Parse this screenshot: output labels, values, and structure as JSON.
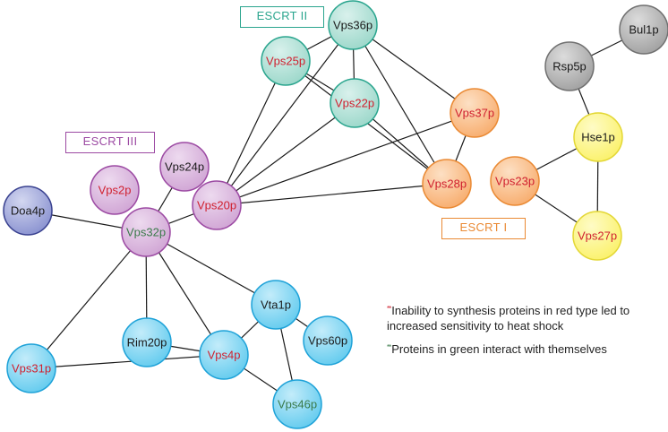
{
  "colors": {
    "teal": {
      "fill": "#9fd9cc",
      "stroke": "#2aa58e",
      "grad": "#d9f1ec"
    },
    "orange": {
      "fill": "#f8b073",
      "stroke": "#ea8a34",
      "grad": "#fde0c4"
    },
    "purple": {
      "fill": "#d2a8d6",
      "stroke": "#9c4aa3",
      "grad": "#eddaef"
    },
    "blue": {
      "fill": "#69cdef",
      "stroke": "#1ea2d8",
      "grad": "#c3ecfa"
    },
    "yellow": {
      "fill": "#fbf270",
      "stroke": "#e3d735",
      "grad": "#fefbc6"
    },
    "gray": {
      "fill": "#a4a4a4",
      "stroke": "#707070",
      "grad": "#dcdcdc"
    },
    "navy": {
      "fill": "#8e96d2",
      "stroke": "#3a4290",
      "grad": "#d3d7f0"
    },
    "text_red": "#d0202f",
    "text_green": "#3a7a4a",
    "text_black": "#1a1a1a"
  },
  "groups": [
    {
      "id": "escrt2",
      "label": "ESCRT II",
      "color": "#2aa58e"
    },
    {
      "id": "escrt3",
      "label": "ESCRT III",
      "color": "#9c4aa3"
    },
    {
      "id": "escrt1",
      "label": "ESCRT I",
      "color": "#ea8a34"
    }
  ],
  "nodes": [
    {
      "id": "Vps36p",
      "color": "teal",
      "text": "black"
    },
    {
      "id": "Vps25p",
      "color": "teal",
      "text": "red"
    },
    {
      "id": "Vps22p",
      "color": "teal",
      "text": "red"
    },
    {
      "id": "Vps37p",
      "color": "orange",
      "text": "red"
    },
    {
      "id": "Vps28p",
      "color": "orange",
      "text": "red"
    },
    {
      "id": "Vps23p",
      "color": "orange",
      "text": "red"
    },
    {
      "id": "Bul1p",
      "color": "gray",
      "text": "black"
    },
    {
      "id": "Rsp5p",
      "color": "gray",
      "text": "black"
    },
    {
      "id": "Hse1p",
      "color": "yellow",
      "text": "black"
    },
    {
      "id": "Vps27p",
      "color": "yellow",
      "text": "red"
    },
    {
      "id": "Vps24p",
      "color": "purple",
      "text": "black"
    },
    {
      "id": "Vps2p",
      "color": "purple",
      "text": "red"
    },
    {
      "id": "Vps20p",
      "color": "purple",
      "text": "red"
    },
    {
      "id": "Vps32p",
      "color": "purple",
      "text": "green"
    },
    {
      "id": "Doa4p",
      "color": "navy",
      "text": "black"
    },
    {
      "id": "Vta1p",
      "color": "blue",
      "text": "black"
    },
    {
      "id": "Rim20p",
      "color": "blue",
      "text": "black"
    },
    {
      "id": "Vps4p",
      "color": "blue",
      "text": "red"
    },
    {
      "id": "Vps60p",
      "color": "blue",
      "text": "black"
    },
    {
      "id": "Vps31p",
      "color": "blue",
      "text": "red"
    },
    {
      "id": "Vps46p",
      "color": "blue",
      "text": "green"
    }
  ],
  "edges": [
    [
      "Vps36p",
      "Vps25p"
    ],
    [
      "Vps36p",
      "Vps22p"
    ],
    [
      "Vps36p",
      "Vps37p"
    ],
    [
      "Vps36p",
      "Vps28p"
    ],
    [
      "Vps36p",
      "Vps20p"
    ],
    [
      "Vps25p",
      "Vps22p"
    ],
    [
      "Vps25p",
      "Vps20p"
    ],
    [
      "Vps25p",
      "Vps28p"
    ],
    [
      "Vps22p",
      "Vps20p"
    ],
    [
      "Vps22p",
      "Vps28p"
    ],
    [
      "Vps37p",
      "Vps28p"
    ],
    [
      "Vps37p",
      "Vps20p"
    ],
    [
      "Vps28p",
      "Vps20p"
    ],
    [
      "Vps20p",
      "Vps32p"
    ],
    [
      "Vps24p",
      "Vps32p"
    ],
    [
      "Doa4p",
      "Vps32p"
    ],
    [
      "Vps32p",
      "Rim20p"
    ],
    [
      "Vps32p",
      "Vps4p"
    ],
    [
      "Vps32p",
      "Vta1p"
    ],
    [
      "Vps32p",
      "Vps31p"
    ],
    [
      "Vta1p",
      "Vps4p"
    ],
    [
      "Vta1p",
      "Vps60p"
    ],
    [
      "Vta1p",
      "Vps46p"
    ],
    [
      "Rim20p",
      "Vps4p"
    ],
    [
      "Vps4p",
      "Vps46p"
    ],
    [
      "Vps4p",
      "Vps31p"
    ],
    [
      "Bul1p",
      "Rsp5p"
    ],
    [
      "Rsp5p",
      "Hse1p"
    ],
    [
      "Hse1p",
      "Vps23p"
    ],
    [
      "Hse1p",
      "Vps27p"
    ],
    [
      "Vps23p",
      "Vps27p"
    ]
  ],
  "legend": {
    "red_stars": "**",
    "red_text": "Inability to synthesis proteins in red type led to increased sensitivity to heat shock",
    "red_star_color": "#d0202f",
    "green_stars": "**",
    "green_text": "Proteins in green interact with themselves",
    "green_star_color": "#3a7a4a"
  }
}
